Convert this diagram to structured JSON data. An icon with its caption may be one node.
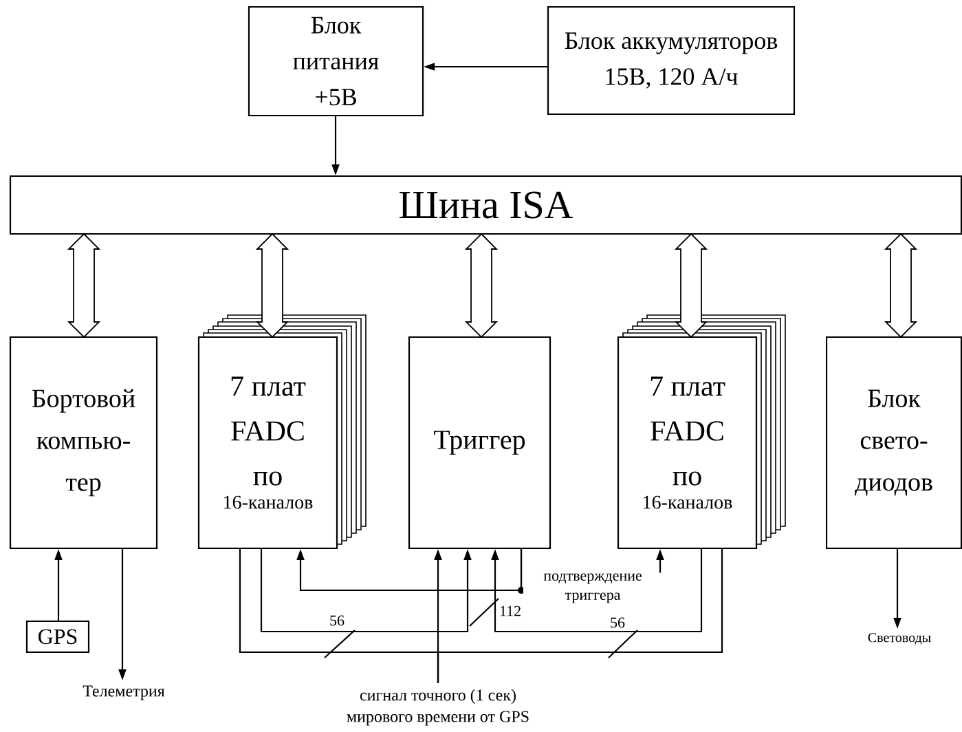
{
  "diagram": {
    "nodes": [
      {
        "text": [
          "Блок питания +5В"
        ]
      },
      {
        "text": [
          "Блок аккумуляторов 15В, 120 А/ч"
        ]
      },
      {
        "text": [
          "Шина ISA"
        ]
      },
      {
        "text": [
          "Бортовой компью- тер"
        ]
      },
      {
        "text": [
          "7 плат FADC по",
          "16-каналов"
        ]
      },
      {
        "text": [
          "Триггер"
        ]
      },
      {
        "text": [
          "7 плат FADC по",
          "16-каналов"
        ]
      },
      {
        "text": [
          "Блок свето- диодов"
        ]
      },
      {
        "text": [
          "GPS"
        ]
      },
      {
        "text": [
          "Телеметрия"
        ]
      },
      {
        "text": [
          "Световоды"
        ]
      },
      {
        "text": [
          "сигнал точного (1 сек) мирового времени от GPS"
        ]
      }
    ],
    "edges": [
      {
        "from": 1,
        "to": 0,
        "arrow": "to"
      },
      {
        "from": 0,
        "to": 2,
        "arrow": "to"
      },
      {
        "from": 2,
        "to": 3,
        "arrow": "both",
        "style": "thick"
      },
      {
        "from": 2,
        "to": 4,
        "arrow": "both",
        "style": "thick"
      },
      {
        "from": 2,
        "to": 5,
        "arrow": "both",
        "style": "thick"
      },
      {
        "from": 2,
        "to": 6,
        "arrow": "both",
        "style": "thick"
      },
      {
        "from": 2,
        "to": 7,
        "arrow": "both",
        "style": "thick"
      },
      {
        "from": 8,
        "to": 3,
        "arrow": "to"
      },
      {
        "from": 3,
        "to": 9,
        "arrow": "to"
      },
      {
        "from": 7,
        "to": 10,
        "arrow": "to"
      },
      {
        "from": 5,
        "to": 4,
        "arrow": "to"
      },
      {
        "from": 5,
        "to": 6,
        "arrow": "to",
        "label": "подтверждение триггера"
      },
      {
        "from": 4,
        "to": 5,
        "arrow": "to",
        "label": "56"
      },
      {
        "from": 6,
        "to": 5,
        "arrow": "to",
        "label": "56"
      },
      {
        "from": 11,
        "to": 4,
        "arrow": "none"
      },
      {
        "from": 11,
        "to": 6,
        "arrow": "none"
      },
      {
        "from": 11,
        "to": 5,
        "arrow": "to"
      }
    ],
    "labels": [
      "112"
    ]
  }
}
